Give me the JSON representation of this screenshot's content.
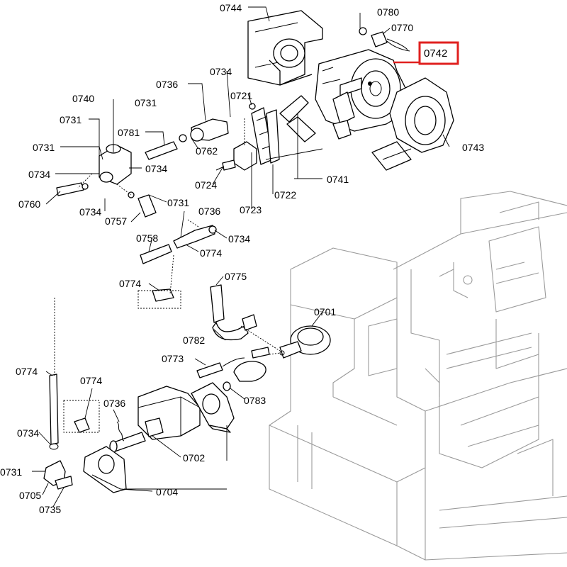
{
  "labels": {
    "l0744": "0744",
    "l0780": "0780",
    "l0770": "0770",
    "l0742": "0742",
    "l0734a": "0734",
    "l0736a": "0736",
    "l0721": "0721",
    "l0740": "0740",
    "l0731a": "0731",
    "l0781": "0781",
    "l0762": "0762",
    "l0743": "0743",
    "l0731b": "0731",
    "l0734b": "0734",
    "l0741": "0741",
    "l0724": "0724",
    "l0722": "0722",
    "l0734c": "0734",
    "l0760": "0760",
    "l0734d": "0734",
    "l0731c": "0731",
    "l0757": "0757",
    "l0736b": "0736",
    "l0723": "0723",
    "l0734e": "0734",
    "l0758": "0758",
    "l0774a": "0774",
    "l0775": "0775",
    "l0774b": "0774",
    "l0701": "0701",
    "l0782": "0782",
    "l0773": "0773",
    "l0774c": "0774",
    "l0774d": "0774",
    "l0736c": "0736",
    "l0783": "0783",
    "l0734f": "0734",
    "l0702": "0702",
    "l0731d": "0731",
    "l0705": "0705",
    "l0704": "0704",
    "l0735": "0735"
  },
  "highlight": {
    "part": "0742",
    "color": "#e0201f"
  }
}
